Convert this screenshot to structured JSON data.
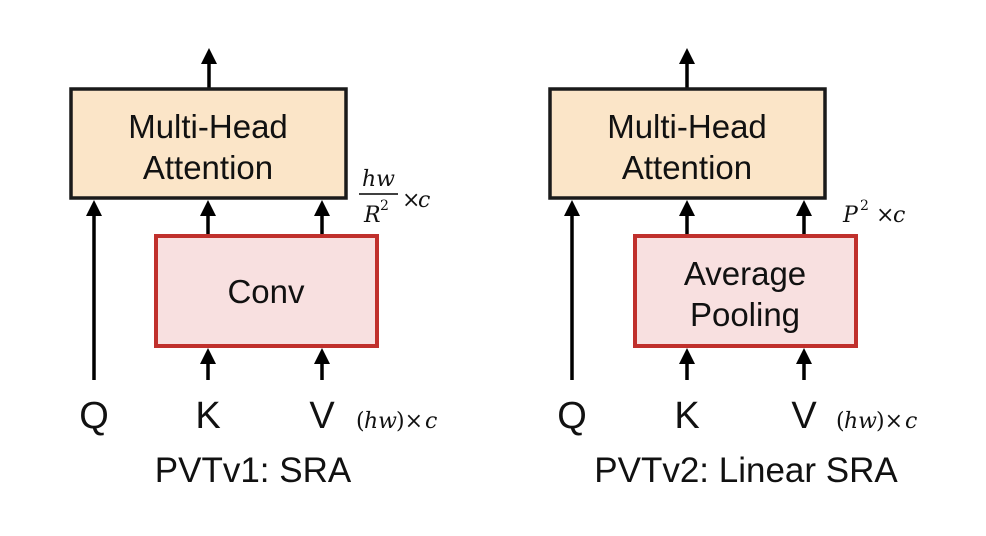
{
  "panels": [
    {
      "caption": "PVTv1: SRA",
      "attention_label_line1": "Multi-Head",
      "attention_label_line2": "Attention",
      "reduction_label_line1": "Conv",
      "reduction_label_line2": "",
      "inputs": [
        "Q",
        "K",
        "V"
      ],
      "input_shape_hw": "hw",
      "input_shape_c": "c",
      "reduced_shape_numerator": "hw",
      "reduced_shape_denominator": "R",
      "reduced_shape_exponent": "2",
      "reduced_shape_c": "c"
    },
    {
      "caption": "PVTv2: Linear SRA",
      "attention_label_line1": "Multi-Head",
      "attention_label_line2": "Attention",
      "reduction_label_line1": "Average",
      "reduction_label_line2": "Pooling",
      "inputs": [
        "Q",
        "K",
        "V"
      ],
      "input_shape_hw": "hw",
      "input_shape_c": "c",
      "reduced_shape_base": "P",
      "reduced_shape_exponent": "2",
      "reduced_shape_c": "c"
    }
  ],
  "colors": {
    "attention_fill": "#fbe5c8",
    "attention_stroke": "#1a1a1a",
    "reduction_fill": "#f8e0e0",
    "reduction_stroke": "#c0302c"
  }
}
